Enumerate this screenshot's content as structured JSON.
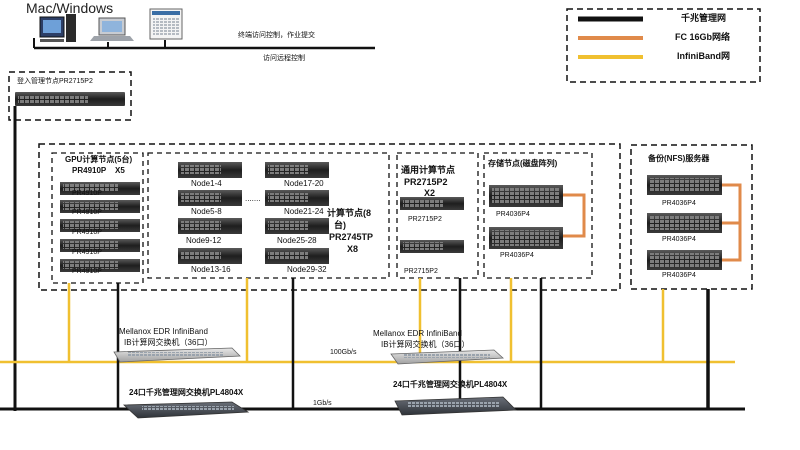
{
  "clients": {
    "title": "Mac/Windows",
    "terminal_label": "终端访问控制，作业提交",
    "remote_label": "访问远程控制"
  },
  "login_node": {
    "title": "登入管理节点PR2715P2"
  },
  "gpu_group": {
    "title": "GPU计算节点(5台)",
    "subtitle": "PR4910P    X5",
    "units": [
      "PR4910P",
      "PR4910P",
      "PR4910P",
      "PR4910P",
      "PR4910P"
    ]
  },
  "compute_group": {
    "left_nodes": [
      "Node1-4",
      "Node5-8",
      "Node9-12",
      "Node13-16"
    ],
    "right_nodes": [
      "Node17-20",
      "Node21-24",
      "Node25-28",
      "Node29-32"
    ],
    "ellipsis": ".......",
    "caption_line1": "计算节点(8",
    "caption_line2": "台)",
    "caption_line3": "PR2745TP",
    "caption_line4": "X8"
  },
  "general_group": {
    "title": "通用计算节点",
    "subtitle": "PR2715P2",
    "multiplier": "X2",
    "units": [
      "PR2715P2",
      "PR2715P2"
    ]
  },
  "storage_group": {
    "title": "存储节点(磁盘阵列)",
    "units": [
      "PR4036P4",
      "PR4036P4"
    ]
  },
  "backup_group": {
    "title": "备份(NFS)服务器",
    "units": [
      "PR4036P4",
      "PR4036P4",
      "PR4036P4"
    ]
  },
  "ib_switch_left": {
    "line1": "Mellanox  EDR InfiniBand",
    "line2": "IB计算网交换机（36口）"
  },
  "ib_switch_right": {
    "line1": "Mellanox  EDR InfiniBand",
    "line2": "IB计算网交换机（36口）"
  },
  "gig_switch_left": {
    "label": "24口千兆管理网交换机PL4804X"
  },
  "gig_switch_right": {
    "label": "24口千兆管理网交换机PL4804X"
  },
  "speeds": {
    "ib": "100Gb/s",
    "gig": "1Gb/s"
  },
  "legend": {
    "items": [
      {
        "label": "千兆管理网",
        "color": "#111111"
      },
      {
        "label": "FC 16Gb网络",
        "color": "#e08a4a"
      },
      {
        "label": "InfiniBand网",
        "color": "#f0c030"
      }
    ]
  },
  "colors": {
    "infiniband": "#f0c030",
    "fc": "#e08a4a",
    "gigabit": "#111111",
    "server": "#2a2a2a"
  }
}
